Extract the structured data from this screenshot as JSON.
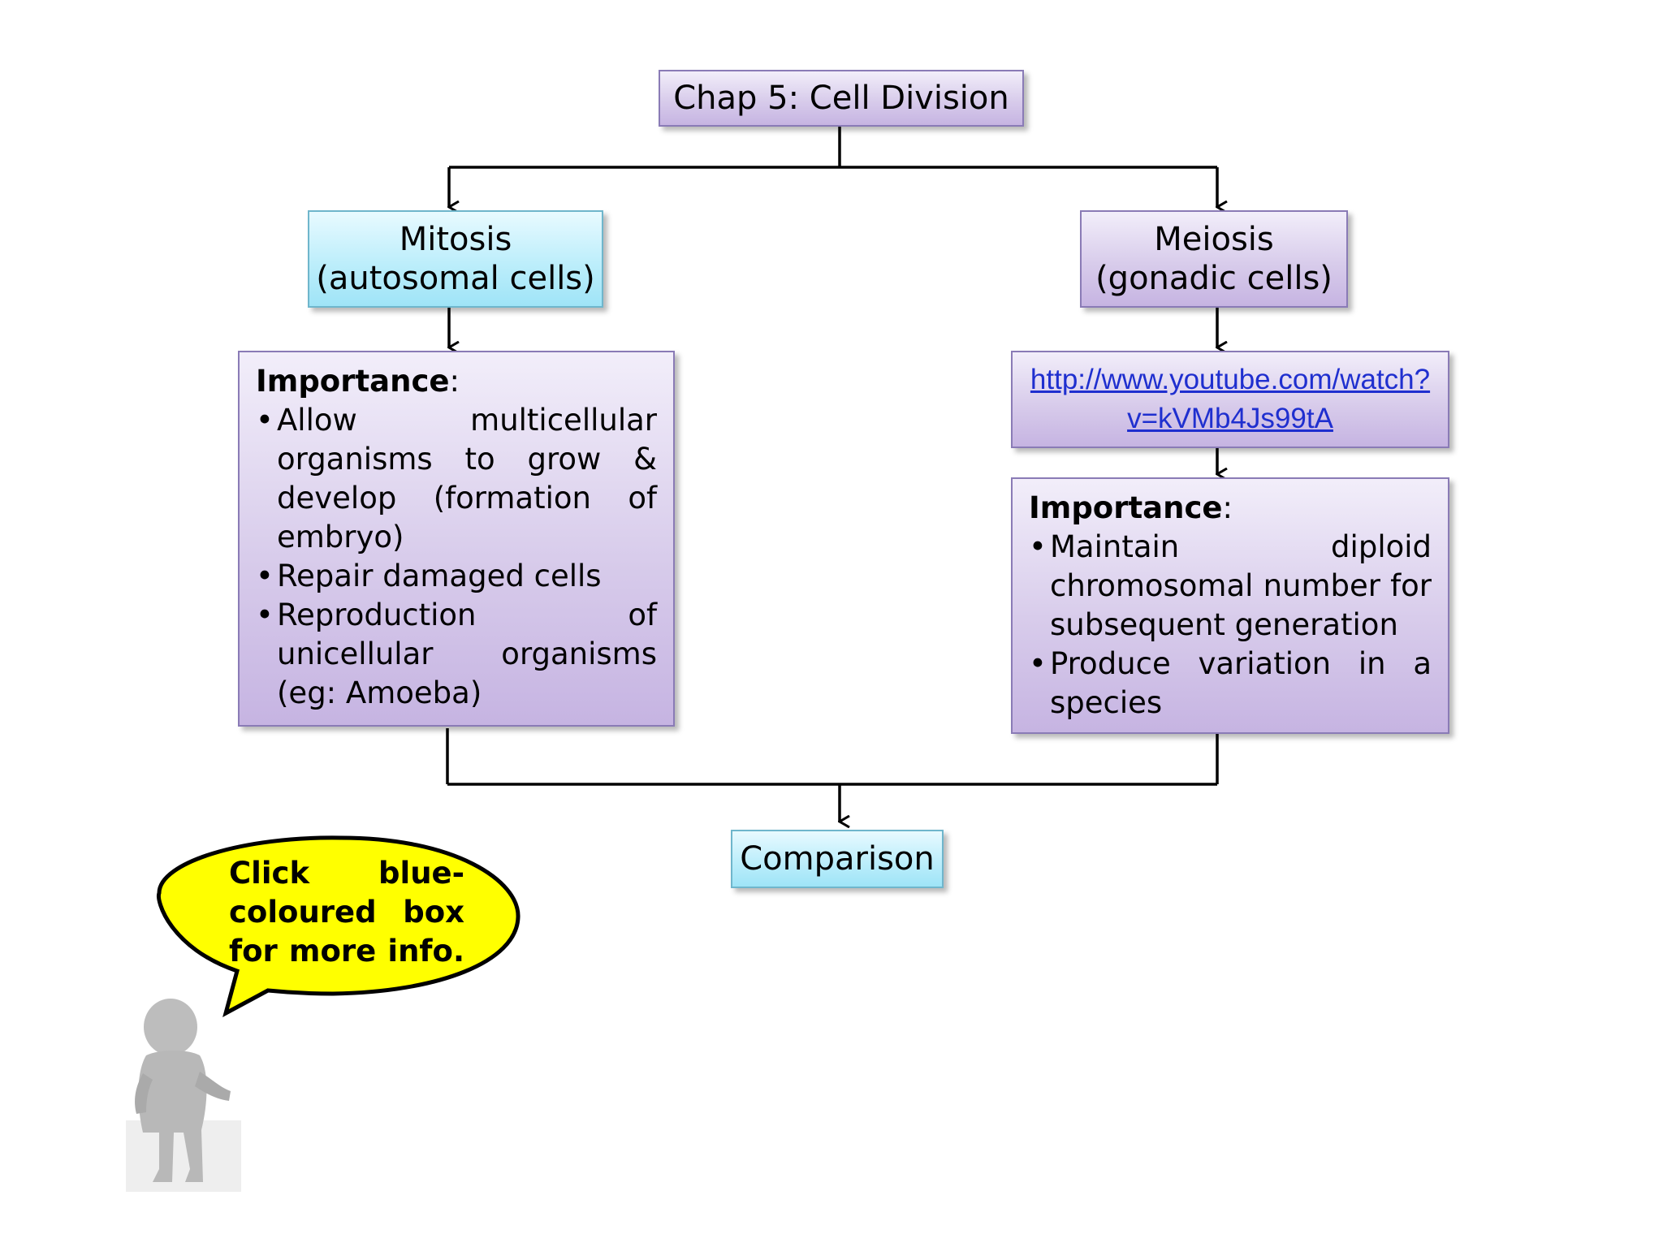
{
  "title": "Chap 5: Cell Division",
  "mitosis": {
    "line1": "Mitosis",
    "line2": "(autosomal cells)",
    "importance_label": "Importance",
    "points": [
      "Allow multicellular organisms to grow & develop (formation of embryo)",
      "Repair damaged cells",
      "Reproduction of unicellular organisms (eg: Amoeba)"
    ]
  },
  "meiosis": {
    "line1": "Meiosis",
    "line2": "(gonadic cells)",
    "link_text": "http://www.youtube.com/watch?v=kVMb4Js99tA",
    "importance_label": "Importance",
    "points": [
      "Maintain diploid chromosomal number for subsequent generation",
      "Produce variation in a species"
    ]
  },
  "comparison": "Comparison",
  "callout": "Click blue-coloured box for more info.",
  "colors": {
    "purple_box": "#d8cceb",
    "blue_box": "#bdeefb",
    "callout_fill": "#ffff00",
    "link": "#1f2fcf"
  }
}
